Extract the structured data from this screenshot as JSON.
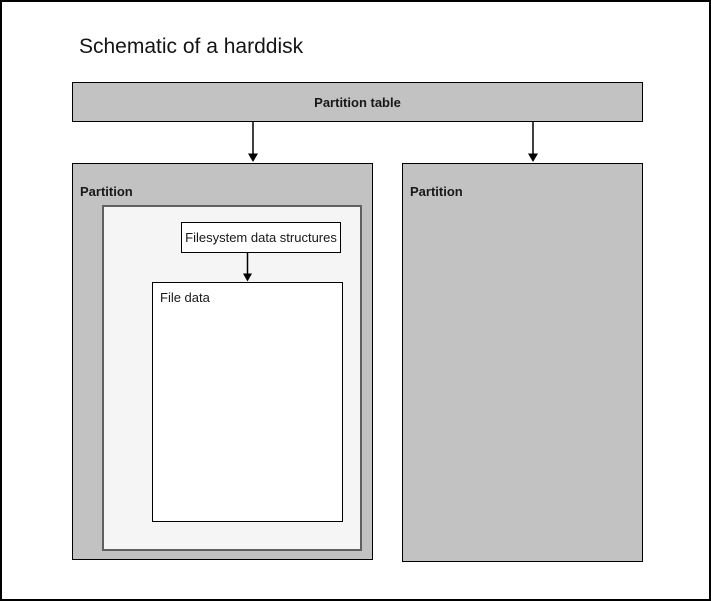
{
  "diagram": {
    "title": "Schematic of a harddisk",
    "nodes": {
      "partition_table": {
        "label": "Partition table"
      },
      "partition_left": {
        "label": "Partition"
      },
      "partition_right": {
        "label": "Partition"
      },
      "filesystem_data_structures": {
        "label": "Filesystem data structures"
      },
      "file_data": {
        "label": "File data"
      }
    },
    "edges": [
      {
        "from": "partition_table",
        "to": "partition_left",
        "style": "arrow-down"
      },
      {
        "from": "partition_table",
        "to": "partition_right",
        "style": "arrow-down"
      },
      {
        "from": "filesystem_data_structures",
        "to": "file_data",
        "style": "arrow-down"
      }
    ],
    "colors": {
      "background": "#ffffff",
      "canvas_border": "#000000",
      "partition_fill": "#c2c2c2",
      "partition_border": "#000000",
      "inner_container_fill": "#f5f5f5",
      "inner_container_border": "#606060",
      "box_fill": "#ffffff",
      "box_border": "#000000",
      "arrow": "#000000",
      "text": "#141414"
    }
  }
}
